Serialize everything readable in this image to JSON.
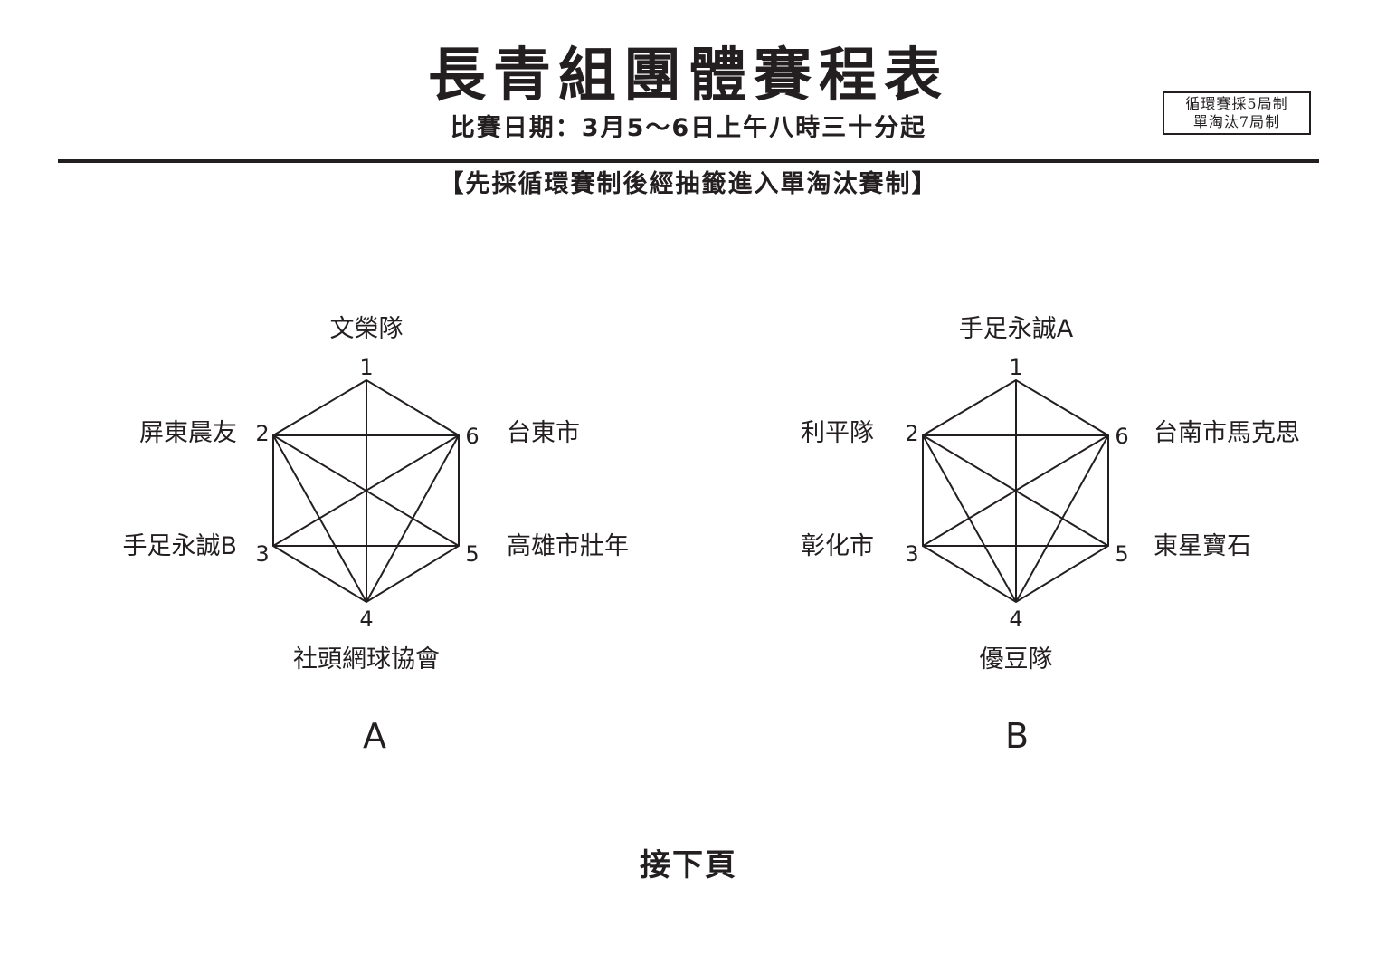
{
  "header": {
    "title": "長青組團體賽程表",
    "subtitle": "比賽日期：3月5～6日上午八時三十分起",
    "format_note": "【先採循環賽制後經抽籤進入單淘汰賽制】",
    "rule_box": [
      "循環賽採5局制",
      "單淘汰7局制"
    ]
  },
  "groups": [
    {
      "name": "A",
      "teams": [
        {
          "seed": "1",
          "name": "文榮隊"
        },
        {
          "seed": "2",
          "name": "屏東晨友"
        },
        {
          "seed": "3",
          "name": "手足永誠B"
        },
        {
          "seed": "4",
          "name": "社頭網球協會"
        },
        {
          "seed": "5",
          "name": "高雄市壯年"
        },
        {
          "seed": "6",
          "name": "台東市"
        }
      ]
    },
    {
      "name": "B",
      "teams": [
        {
          "seed": "1",
          "name": "手足永誠A"
        },
        {
          "seed": "2",
          "name": "利平隊"
        },
        {
          "seed": "3",
          "name": "彰化市"
        },
        {
          "seed": "4",
          "name": "優豆隊"
        },
        {
          "seed": "5",
          "name": "東星寶石"
        },
        {
          "seed": "6",
          "name": "台南市馬克思"
        }
      ]
    }
  ],
  "footer": {
    "next_page": "接下頁"
  }
}
